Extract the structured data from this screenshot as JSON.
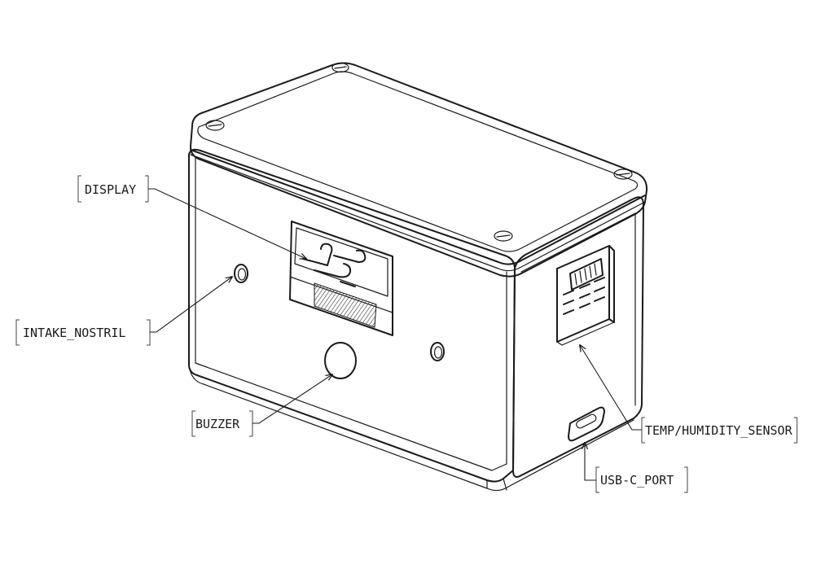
{
  "labels": {
    "display": "DISPLAY",
    "intake": "INTAKE_NOSTRIL",
    "buzzer": "BUZZER",
    "sensor": "TEMP/HUMIDITY_SENSOR",
    "usb": "USB-C_PORT"
  },
  "icons": {
    "display_glyph": "wind-icon"
  },
  "colors": {
    "line": "#1a1a1a",
    "background": "#ffffff"
  }
}
